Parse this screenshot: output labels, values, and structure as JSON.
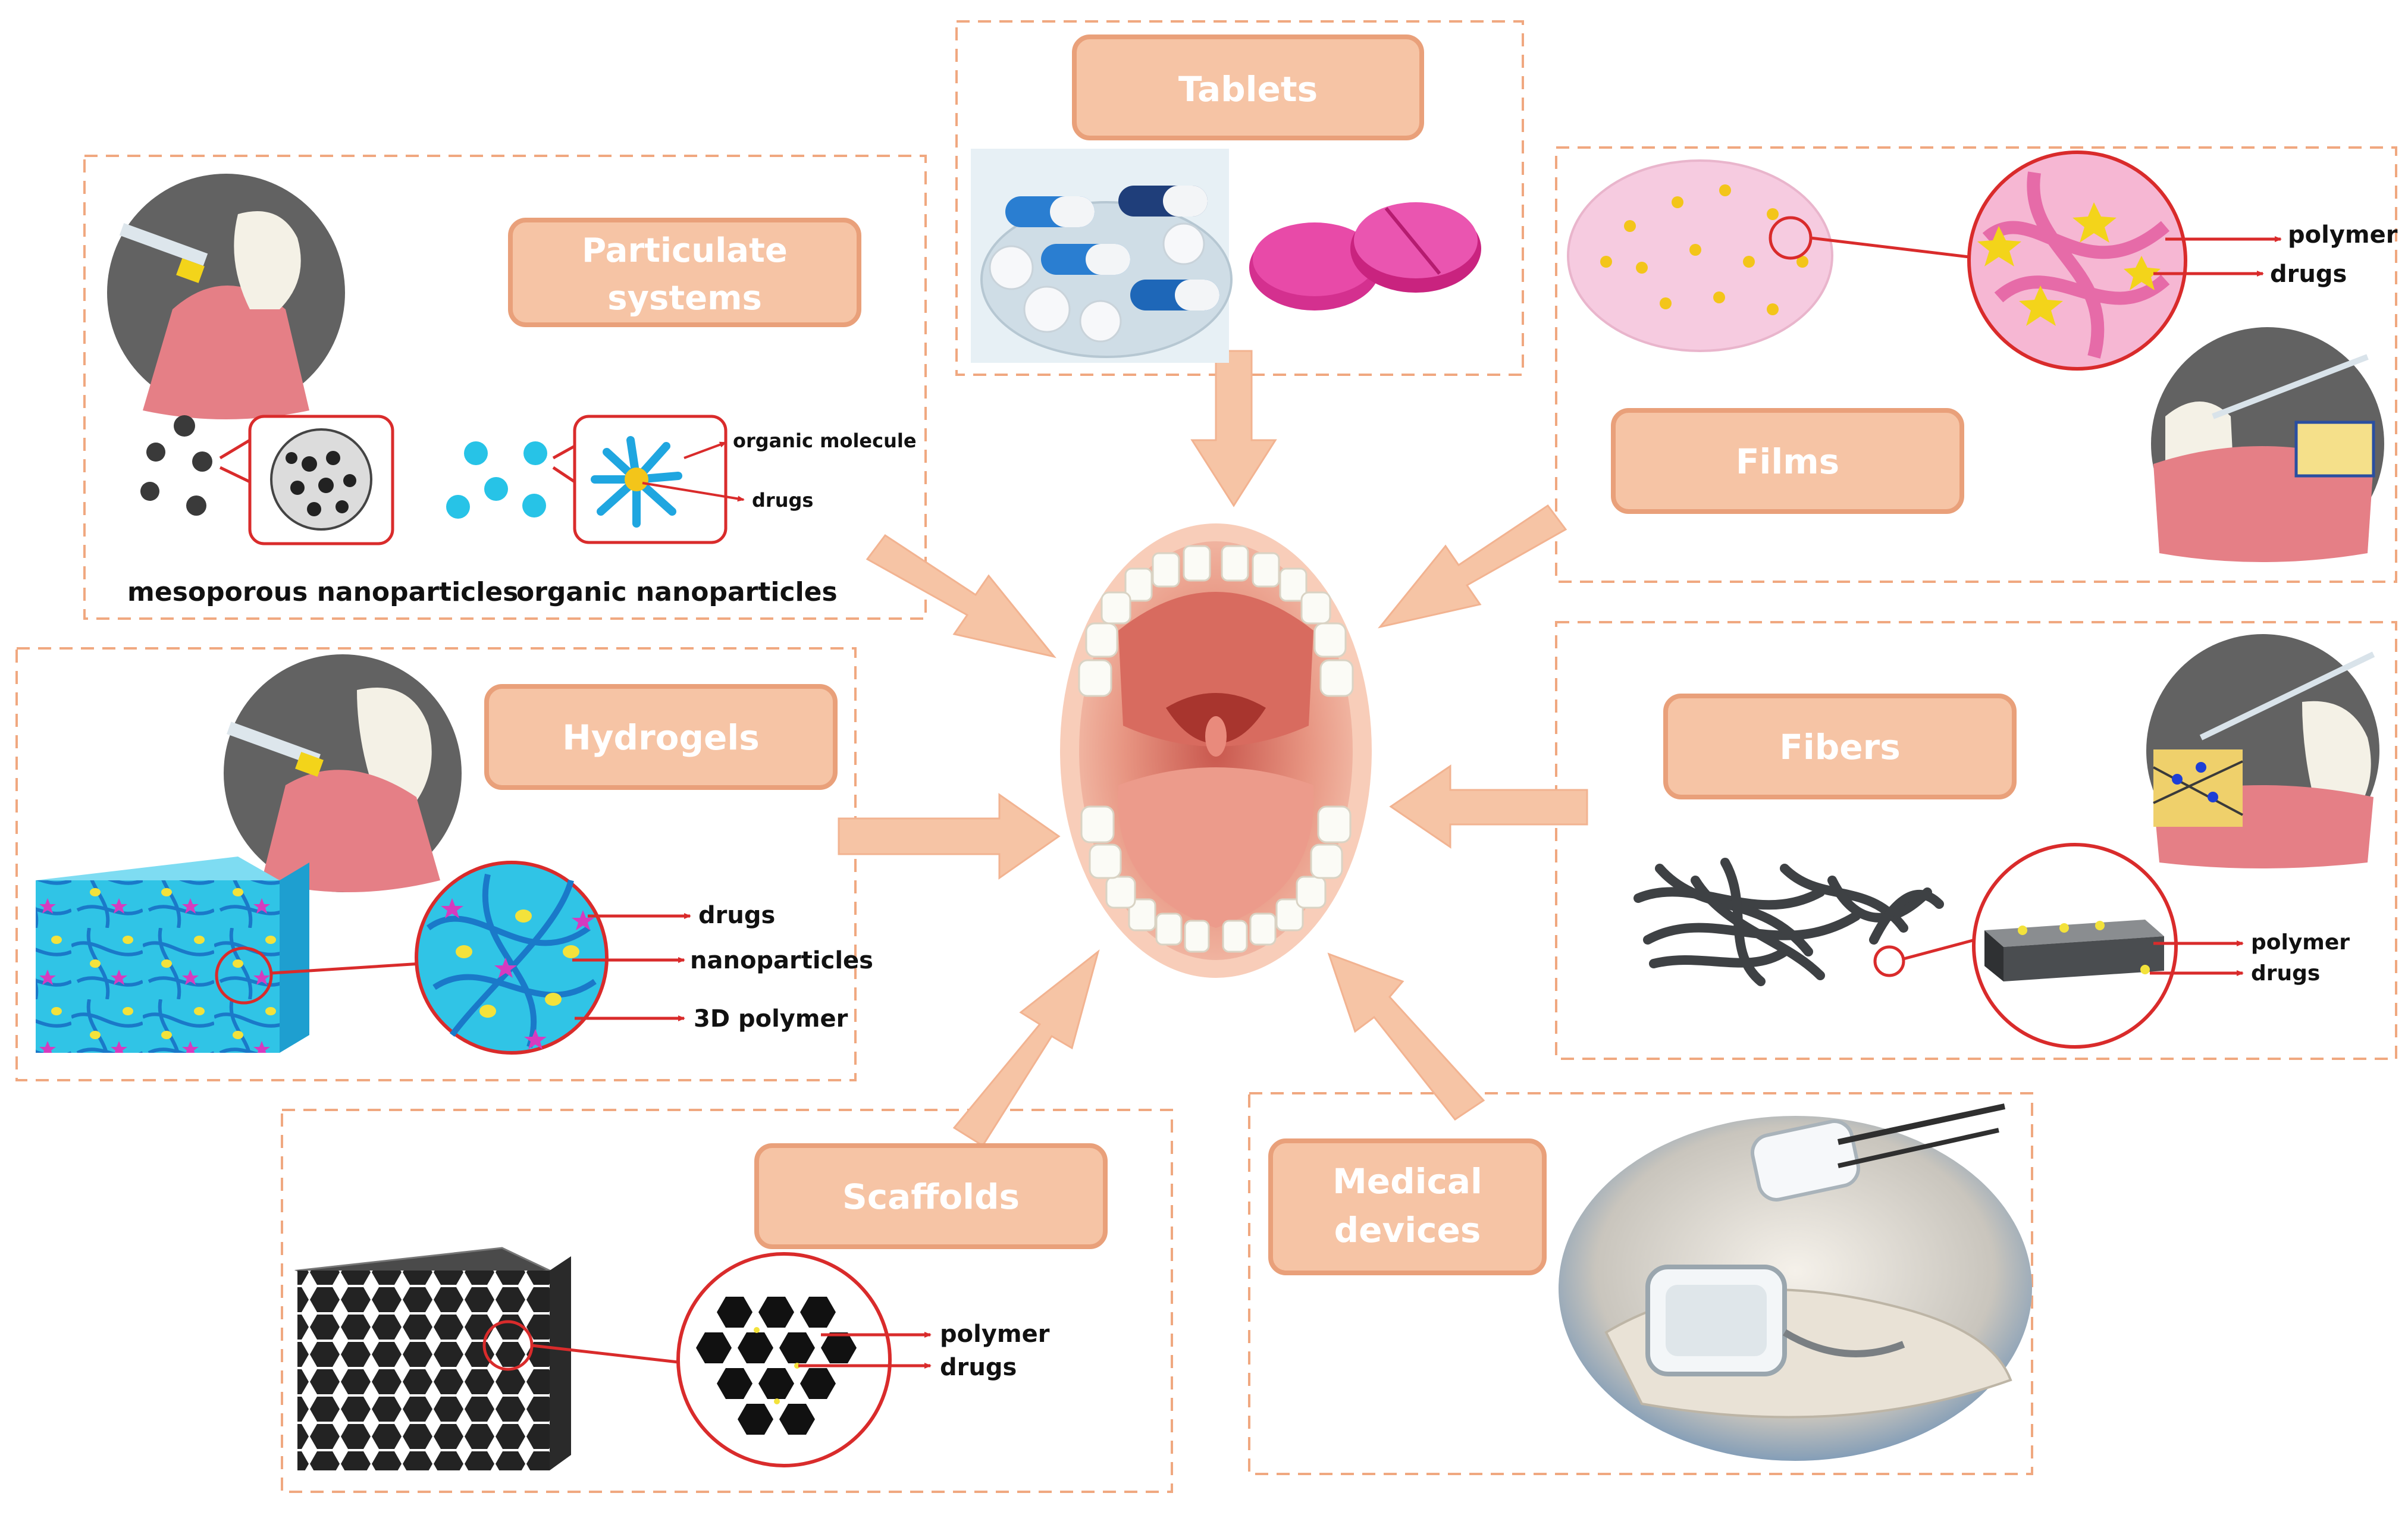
{
  "colors": {
    "box_fill": "#f6c4a5",
    "box_stroke": "#e9a07a",
    "dash": "#f0a880",
    "arrow": "#f6c4a5",
    "leader": "#d92b2b",
    "label_text": "#ffffff"
  },
  "categories": {
    "tablets": {
      "label": "Tablets"
    },
    "particulate": {
      "label_line1": "Particulate",
      "label_line2": "systems"
    },
    "films": {
      "label": "Films"
    },
    "hydrogels": {
      "label": "Hydrogels"
    },
    "fibers": {
      "label": "Fibers"
    },
    "scaffolds": {
      "label": "Scaffolds"
    },
    "medical": {
      "label_line1": "Medical",
      "label_line2": "devices"
    }
  },
  "annotations": {
    "mesoporous": "mesoporous nanoparticles",
    "organic_np": "organic nanoparticles",
    "organic_molecule": "organic molecule",
    "particulate_drugs": "drugs",
    "films_polymer": "polymer",
    "films_drugs": "drugs",
    "hydrogel_drugs": "drugs",
    "hydrogel_nanoparticles": "nanoparticles",
    "hydrogel_polymer": "3D polymer",
    "fibers_polymer": "polymer",
    "fibers_drugs": "drugs",
    "scaffold_polymer": "polymer",
    "scaffold_drugs": "drugs"
  }
}
